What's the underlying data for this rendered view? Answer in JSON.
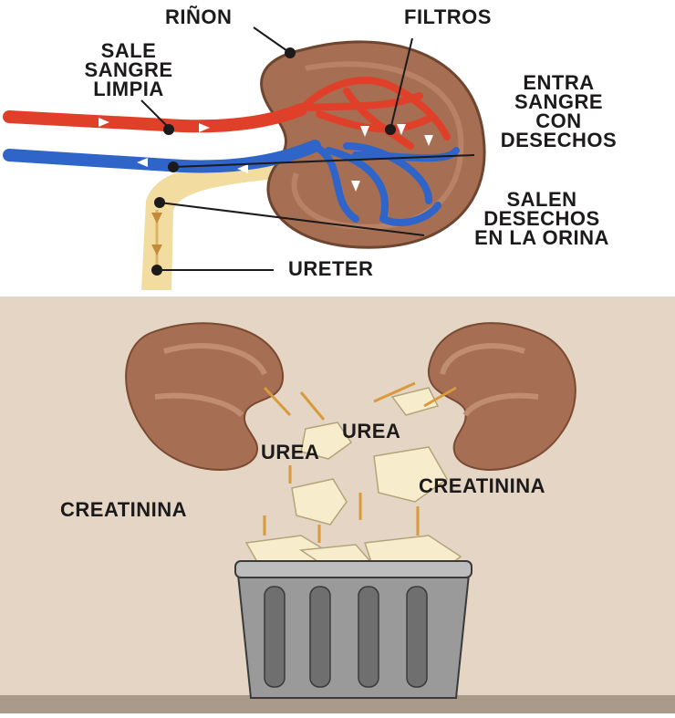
{
  "top_diagram": {
    "labels": {
      "kidney": "RIÑON",
      "filters": "FILTROS",
      "clean_blood_out": [
        "SALE",
        "SANGRE",
        "LIMPIA"
      ],
      "dirty_blood_in": [
        "ENTRA",
        "SANGRE",
        "CON",
        "DESECHOS"
      ],
      "waste_out": [
        "SALEN",
        "DESECHOS",
        "EN LA ORINA"
      ],
      "ureter": "URETER"
    }
  },
  "bottom_diagram": {
    "labels": {
      "urea_right": "UREA",
      "urea_left": "UREA",
      "creatinine_left": "CREATININA",
      "creatinine_right": "CREATININA"
    }
  },
  "colors": {
    "artery": "#e0402a",
    "vein": "#2f64c8",
    "kidney": "#a66e52",
    "ureter": "#f2dca0",
    "background_top": "#ffffff",
    "background_bottom": "#e4d5c4",
    "bin": "#8a8a8a"
  }
}
